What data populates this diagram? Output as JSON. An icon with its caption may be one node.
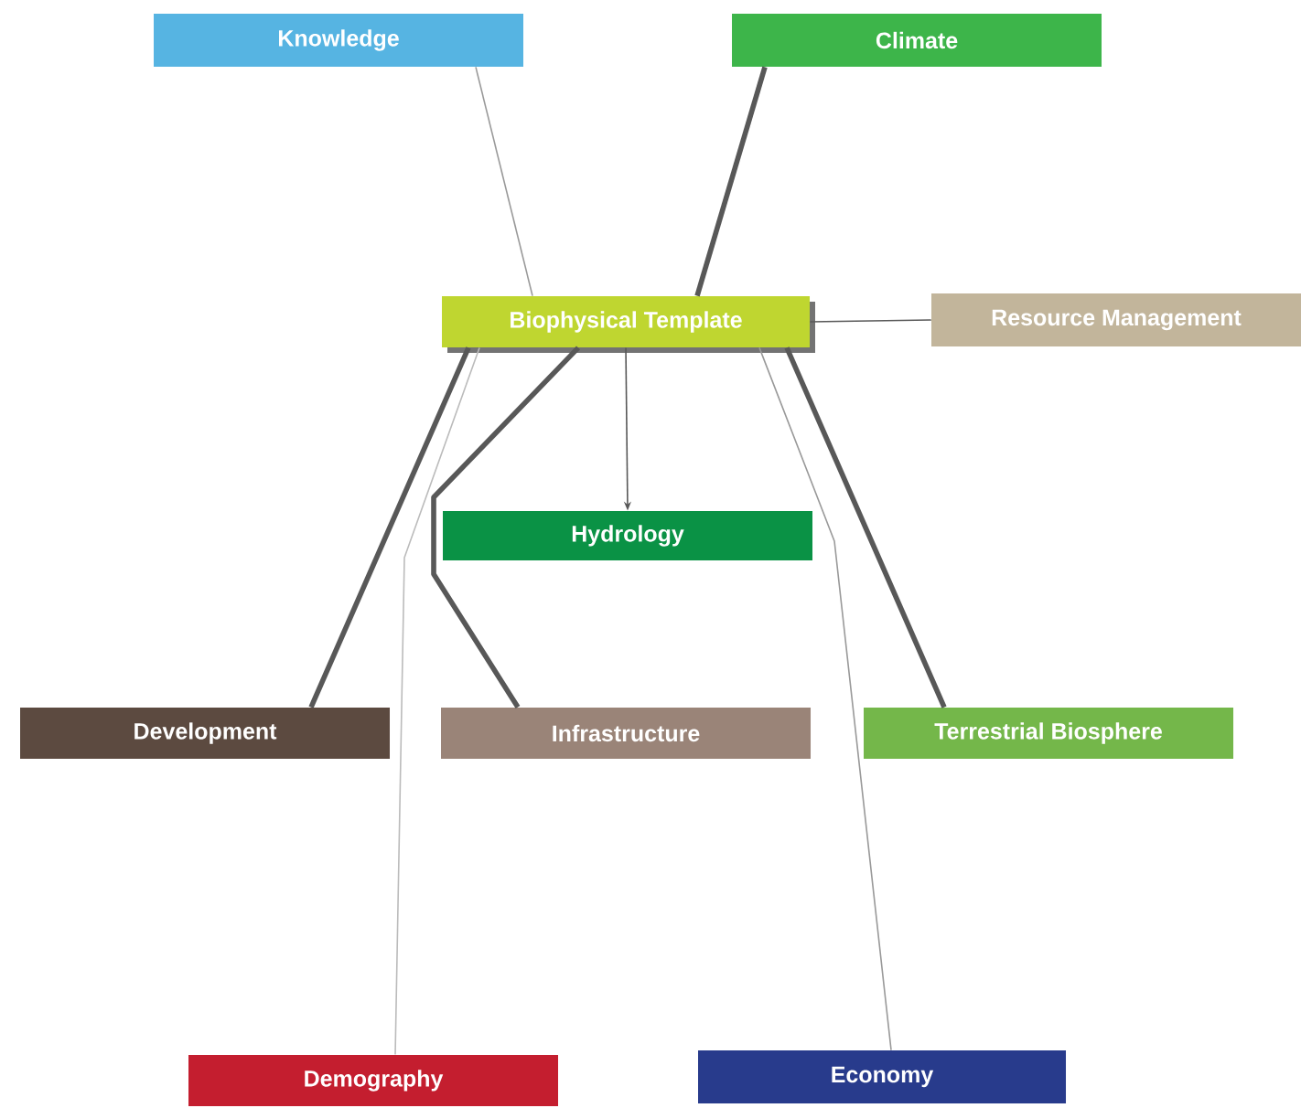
{
  "diagram": {
    "nodes": [
      {
        "text": [
          "Knowledge"
        ]
      },
      {
        "text": [
          "Climate"
        ]
      },
      {
        "text": [
          "Biophysical Template"
        ]
      },
      {
        "text": [
          "Resource Management"
        ]
      },
      {
        "text": [
          "Hydrology"
        ]
      },
      {
        "text": [
          "Development"
        ]
      },
      {
        "text": [
          "Infrastructure"
        ]
      },
      {
        "text": [
          "Terrestrial Biosphere"
        ]
      },
      {
        "text": [
          "Demography"
        ]
      },
      {
        "text": [
          "Economy"
        ]
      }
    ],
    "edges": [
      {
        "from": 0,
        "to": 2,
        "arrow": "none",
        "color": "#999999"
      },
      {
        "from": 1,
        "to": 2,
        "arrow": "none",
        "style": "thick"
      },
      {
        "from": 2,
        "to": 3,
        "arrow": "none"
      },
      {
        "from": 2,
        "to": 4,
        "arrow": "to"
      },
      {
        "from": 2,
        "to": 5,
        "arrow": "none",
        "style": "thick"
      },
      {
        "from": 2,
        "to": 8,
        "arrow": "none",
        "color": "#bbbbbb"
      },
      {
        "from": 2,
        "to": 6,
        "arrow": "none",
        "style": "thick"
      },
      {
        "from": 2,
        "to": 9,
        "arrow": "none",
        "color": "#999999"
      },
      {
        "from": 2,
        "to": 7,
        "arrow": "none",
        "style": "thick"
      }
    ]
  }
}
